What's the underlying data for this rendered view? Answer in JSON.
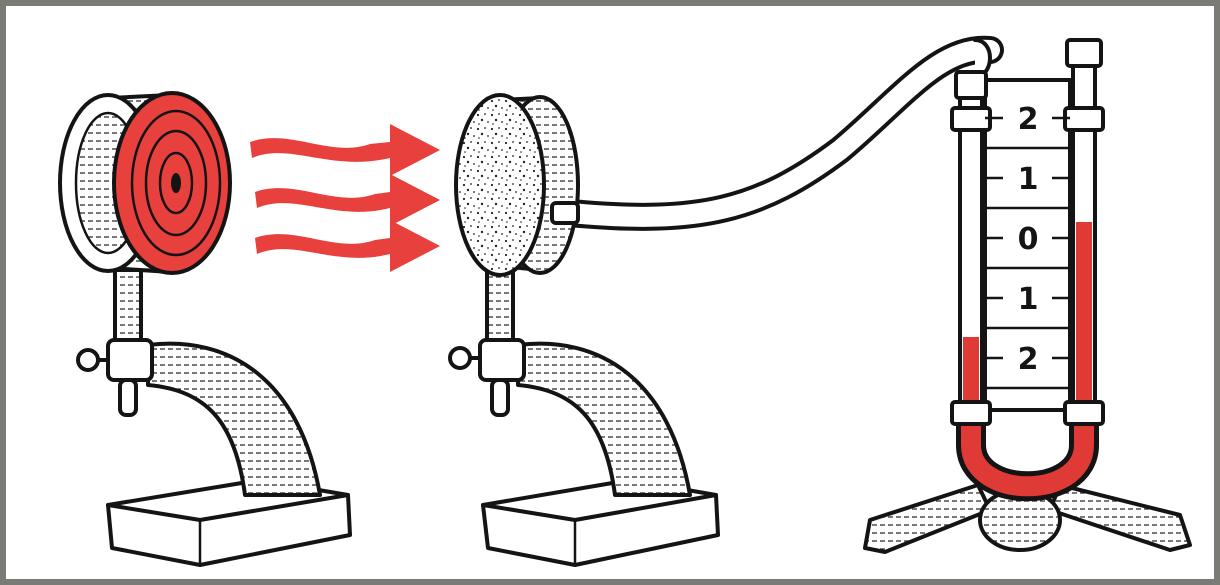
{
  "colors": {
    "ink": "#141414",
    "red": "#e8403d",
    "liquid": "#e03a36",
    "frame": "#7b7b75",
    "paper": "#ffffff"
  },
  "scale": {
    "labels": [
      "2",
      "1",
      "0",
      "1",
      "2"
    ]
  },
  "liquid_levels": {
    "left_tube": "-2",
    "right_tube": "0"
  },
  "icons": [
    "heat-source",
    "heat-waves",
    "heat-receiver",
    "rubber-tube",
    "u-tube-manometer"
  ]
}
